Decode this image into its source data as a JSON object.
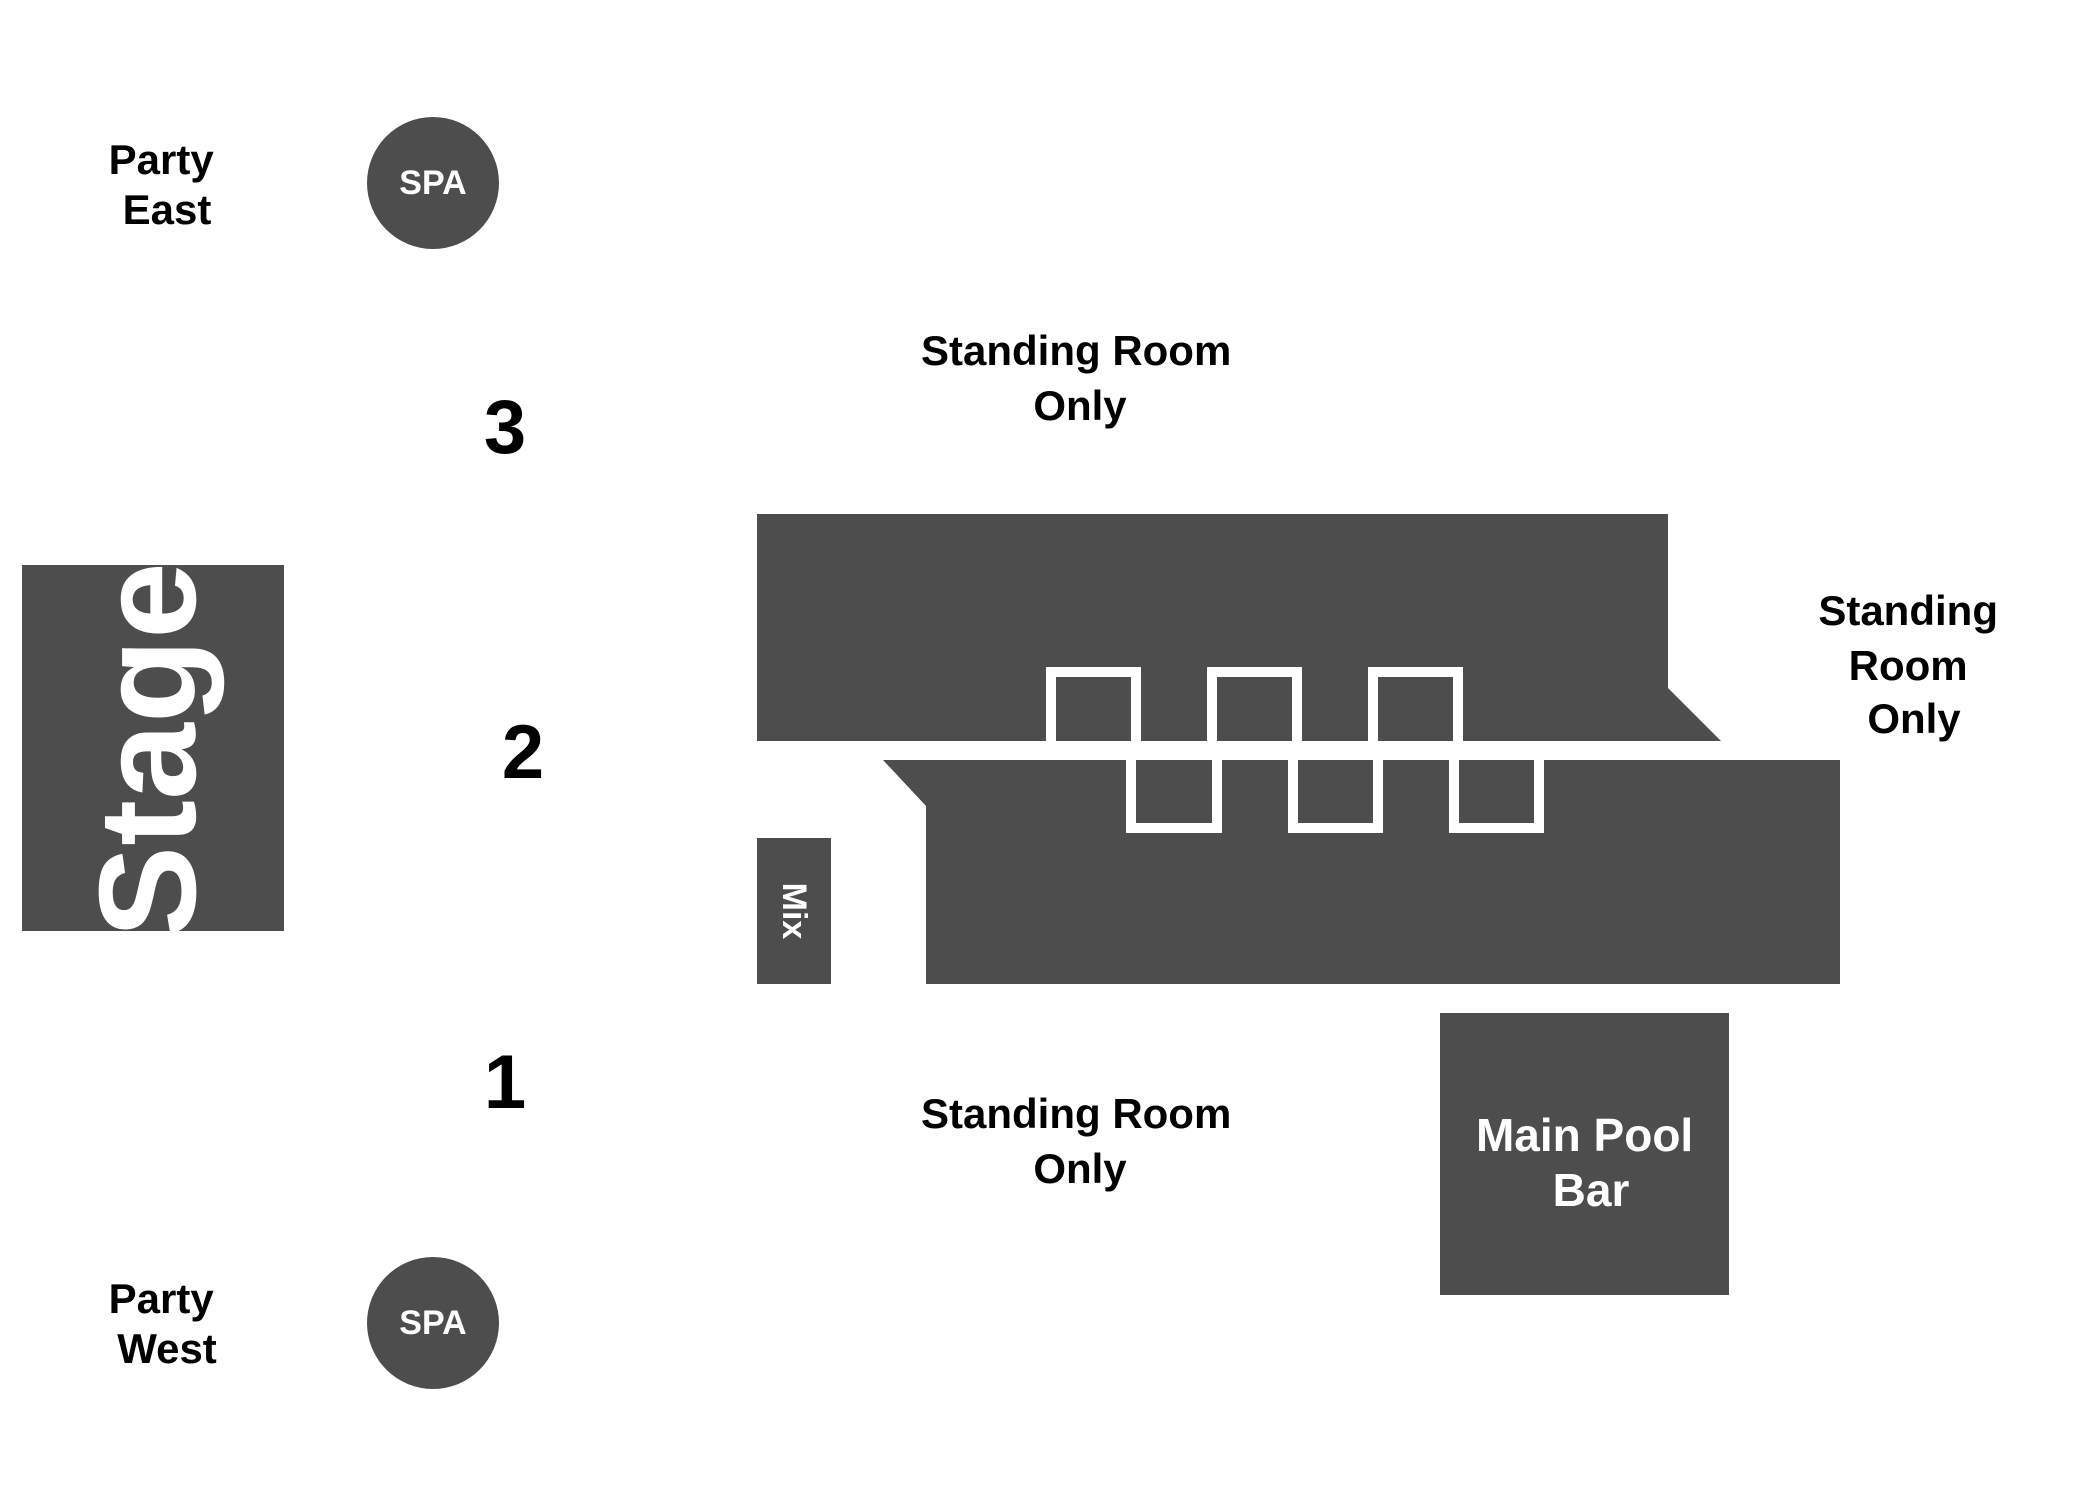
{
  "venue_map": {
    "stage": {
      "label": "Stage",
      "color": "#4d4d4d"
    },
    "mix": {
      "label": "Mix"
    },
    "spas": [
      {
        "label": "SPA",
        "party": [
          "Party",
          "East"
        ]
      },
      {
        "label": "SPA",
        "party": [
          "Party",
          "West"
        ]
      }
    ],
    "sections": [
      "3",
      "2",
      "1"
    ],
    "standing_room": {
      "top": [
        "Standing Room",
        "Only"
      ],
      "right": [
        "Standing",
        "Room",
        "Only"
      ],
      "bottom": [
        "Standing Room",
        "Only"
      ]
    },
    "main_pool_bar": [
      "Main Pool",
      "Bar"
    ],
    "colors": {
      "block": "#4d4d4d",
      "label_dark": "#000000",
      "label_light": "#ffffff",
      "background": "#ffffff"
    }
  }
}
